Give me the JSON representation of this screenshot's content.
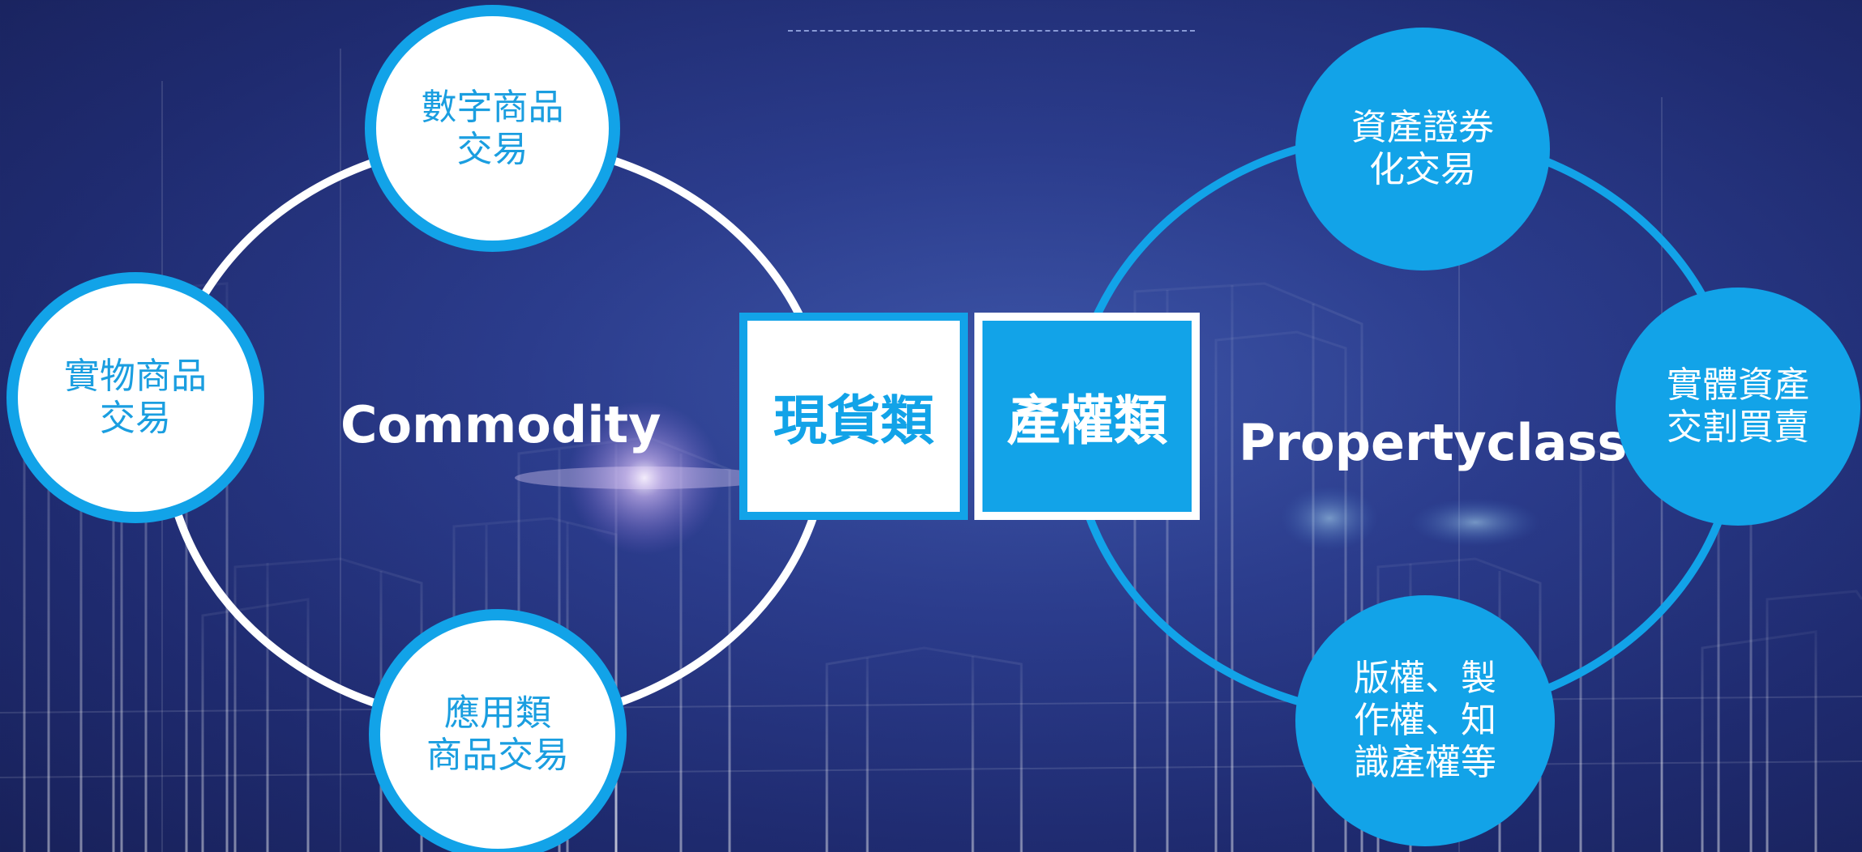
{
  "left_group": {
    "label": "Commodity",
    "category_box": "現貨類",
    "nodes": [
      {
        "text": "數字商品\n交易"
      },
      {
        "text": "實物商品\n交易"
      },
      {
        "text": "應用類\n商品交易"
      }
    ]
  },
  "right_group": {
    "label": "Propertyclass",
    "category_box": "產權類",
    "nodes": [
      {
        "text": "資產證券\n化交易"
      },
      {
        "text": "實體資產\n交割買賣"
      },
      {
        "text": "版權、製\n作權、知\n識產權等"
      }
    ]
  },
  "colors": {
    "accent_blue": "#12a3e8",
    "background": "#2b3c8c",
    "white": "#ffffff"
  }
}
